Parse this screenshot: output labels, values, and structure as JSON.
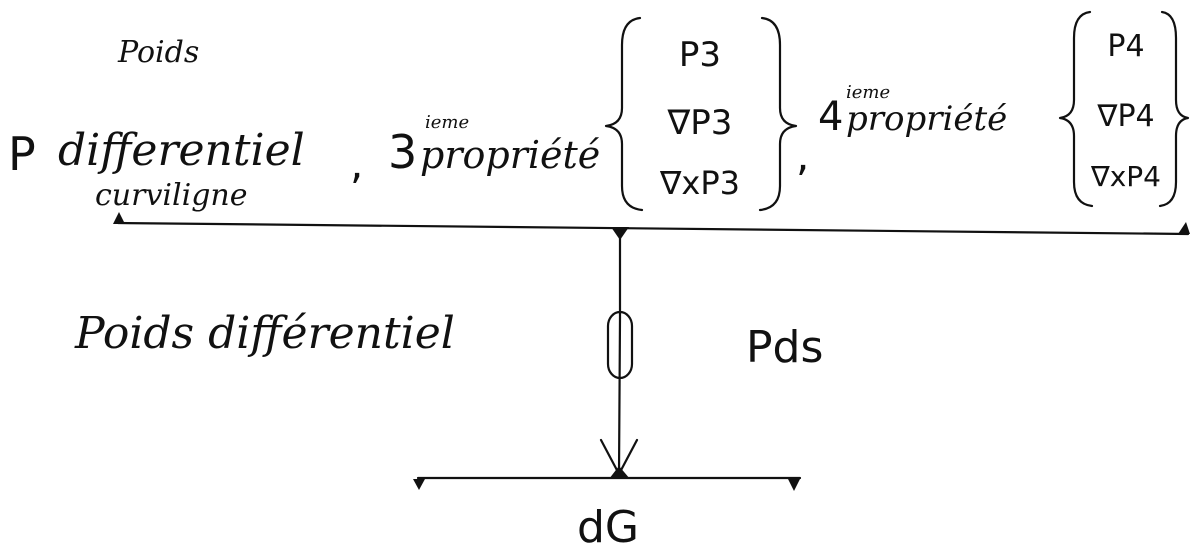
{
  "top_left": {
    "symbol": "P",
    "line1": "Poids",
    "line2": "differentiel",
    "line3": "curviligne"
  },
  "prop3": {
    "label_num": "3",
    "label_sup": "ieme",
    "label_word": "propriété",
    "items": [
      "P3",
      "∇P3",
      "∇xP3"
    ]
  },
  "prop4": {
    "label_num": "4",
    "label_sup": "ieme",
    "label_word": "propriété",
    "items": [
      "P4",
      "∇P4",
      "∇xP4"
    ]
  },
  "punct": {
    "comma": ","
  },
  "middle": {
    "left_label": "Poids différentiel",
    "right_label": "Pds"
  },
  "bottom": {
    "label": "dG"
  }
}
